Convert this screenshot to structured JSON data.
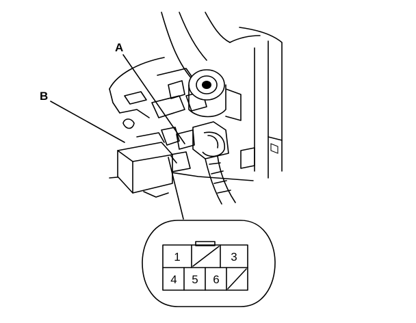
{
  "callouts": {
    "a": "A",
    "b": "B"
  },
  "connector": {
    "pins": [
      "1",
      "3",
      "4",
      "5",
      "6"
    ]
  }
}
